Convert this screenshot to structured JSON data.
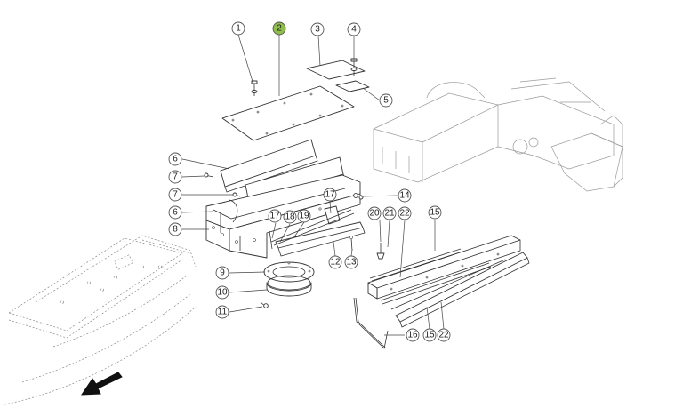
{
  "callouts": [
    {
      "id": "c1",
      "label": "1"
    },
    {
      "id": "c2",
      "label": "2",
      "highlight": "#8fbf4a"
    },
    {
      "id": "c3",
      "label": "3"
    },
    {
      "id": "c4",
      "label": "4"
    },
    {
      "id": "c5",
      "label": "5"
    },
    {
      "id": "c6a",
      "label": "6"
    },
    {
      "id": "c7a",
      "label": "7"
    },
    {
      "id": "c7b",
      "label": "7"
    },
    {
      "id": "c6b",
      "label": "6"
    },
    {
      "id": "c8",
      "label": "8"
    },
    {
      "id": "c14",
      "label": "14"
    },
    {
      "id": "c17a",
      "label": "17"
    },
    {
      "id": "c17b",
      "label": "17"
    },
    {
      "id": "c18",
      "label": "18"
    },
    {
      "id": "c19",
      "label": "19"
    },
    {
      "id": "c20",
      "label": "20"
    },
    {
      "id": "c21",
      "label": "21"
    },
    {
      "id": "c22a",
      "label": "22"
    },
    {
      "id": "c15a",
      "label": "15"
    },
    {
      "id": "c12",
      "label": "12"
    },
    {
      "id": "c13",
      "label": "13"
    },
    {
      "id": "c9",
      "label": "9"
    },
    {
      "id": "c10",
      "label": "10"
    },
    {
      "id": "c11",
      "label": "11"
    },
    {
      "id": "c16",
      "label": "16"
    },
    {
      "id": "c15b",
      "label": "15"
    },
    {
      "id": "c22b",
      "label": "22"
    }
  ],
  "colors": {
    "line": "#333333",
    "ghost": "#8a8a8a",
    "highlight": "#8fbf4a"
  },
  "icons": {
    "direction": "arrow-down-left-icon"
  }
}
